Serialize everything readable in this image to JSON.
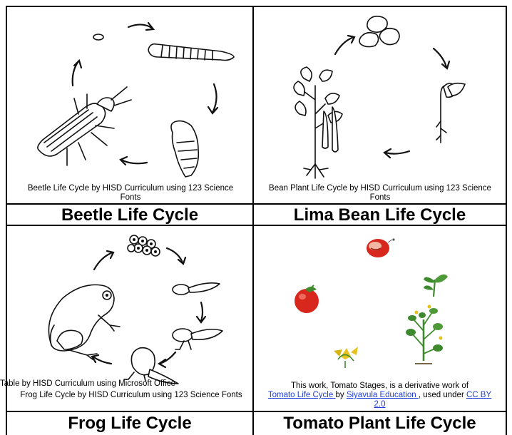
{
  "cells": {
    "beetle": {
      "caption": "Beetle Life Cycle by HISD Curriculum using 123 Science Fonts",
      "title": "Beetle Life Cycle"
    },
    "bean": {
      "caption": "Bean Plant Life Cycle by HISD Curriculum using 123 Science Fonts",
      "title": "Lima Bean Life Cycle"
    },
    "frog": {
      "caption": "Frog Life Cycle by HISD Curriculum using 123 Science Fonts",
      "title": "Frog Life Cycle"
    },
    "tomato": {
      "caption_before": "This work, Tomato Stages,  is a derivative work of",
      "link_tomato": "Tomato Life Cycle ",
      "caption_by": "by",
      "link_siyavula": "Siyavula Education ",
      "caption_used": ", used under",
      "link_license": "CC BY 2.0",
      "title": "Tomato Plant Life Cycle"
    }
  },
  "table_note": "Table by HISD Curriculum using Microsoft Office",
  "colors": {
    "link": "#1f3fd8",
    "tomato_red": "#d8281d",
    "leaf_green": "#3f8a2e"
  }
}
